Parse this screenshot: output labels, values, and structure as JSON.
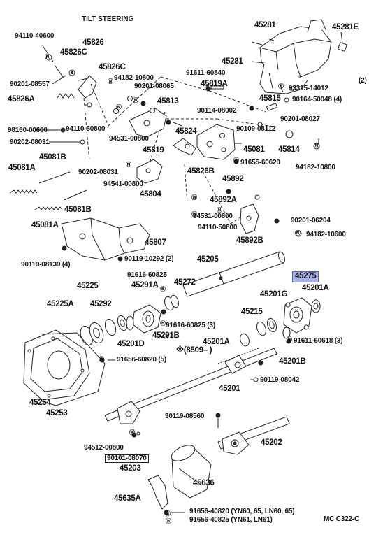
{
  "title": "TILT STEERING",
  "footer_code": "MC C322-C",
  "highlight_color": "#a9b2e8",
  "labels": {
    "l94110_40600": "94110-40600",
    "l45826_top": "45826",
    "l45826c_a": "45826C",
    "l45826c_b": "45826C",
    "l94182_10800a": "94182-10800",
    "l90201_08557": "90201-08557",
    "l90201_08065": "90201-08065",
    "l45826a": "45826A",
    "l91611_60840": "91611-60840",
    "l45819a": "45819A",
    "l45813": "45813",
    "l90114_08002": "90114-08002",
    "l45815": "45815",
    "l90109_08112": "90109-08112",
    "l90201_08027": "90201-08027",
    "l94110_50800a": "94110-50800",
    "l98160_00600": "98160-00600",
    "l94531_00800a": "94531-00800",
    "l90202_08031a": "90202-08031",
    "l45824": "45824",
    "l45819": "45819",
    "l45081": "45081",
    "l45814": "45814",
    "l91655_60620": "91655-60620",
    "l94182_10800b": "94182-10800",
    "l45081b_a": "45081B",
    "l45081a_a": "45081A",
    "l90202_08031b": "90202-08031",
    "l94541_00800": "94541-00800",
    "l45826b": "45826B",
    "l45892": "45892",
    "l45804": "45804",
    "l45892a": "45892A",
    "l45081b_b": "45081B",
    "l94531_00800b": "94531-00800",
    "l94110_50800b": "94110-50800",
    "l90201_06204": "90201-06204",
    "l45081a_b": "45081A",
    "l94182_10600": "94182-10600",
    "l45807": "45807",
    "l45892b": "45892B",
    "l90119_08139": "90119-08139 (4)",
    "l90119_10292": "90119-10292 (2)",
    "l45281a": "45281",
    "l45281e": "45281E",
    "l45281b": "45281",
    "l93315": "93315-14012",
    "l93315_qty": "(2)",
    "l90164": "90164-50048 (4)",
    "l45205": "45205",
    "l45275": "45275",
    "l91616_60825a": "91616-60825",
    "l45225": "45225",
    "l45291a": "45291A",
    "l45272": "45272",
    "l45201g": "45201G",
    "l45201a_a": "45201A",
    "l45225a": "45225A",
    "l45292": "45292",
    "l91616_60825b": "91616-60825 (3)",
    "l45215": "45215",
    "l45201d": "45201D",
    "l45291b": "45291B",
    "l45201a_b": "45201A",
    "l91611_60618": "91611-60618 (3)",
    "l8509": "※(8509–       )",
    "l91656_60820": "91656-60820 (5)",
    "l45201b": "45201B",
    "l90119_08042": "90119-08042",
    "l45201": "45201",
    "l45254": "45254",
    "l45253": "45253",
    "l90119_08560": "90119-08560",
    "l94512_00800": "94512-00800",
    "l90101_08070": "90101-08070",
    "l45202": "45202",
    "l45203": "45203",
    "l45636": "45636",
    "l45635a": "45635A",
    "l91656_40820": "91656-40820 (YN60, 65, LN60, 65)",
    "l91656_40825": "91656-40825 (YN61, LN61)"
  }
}
